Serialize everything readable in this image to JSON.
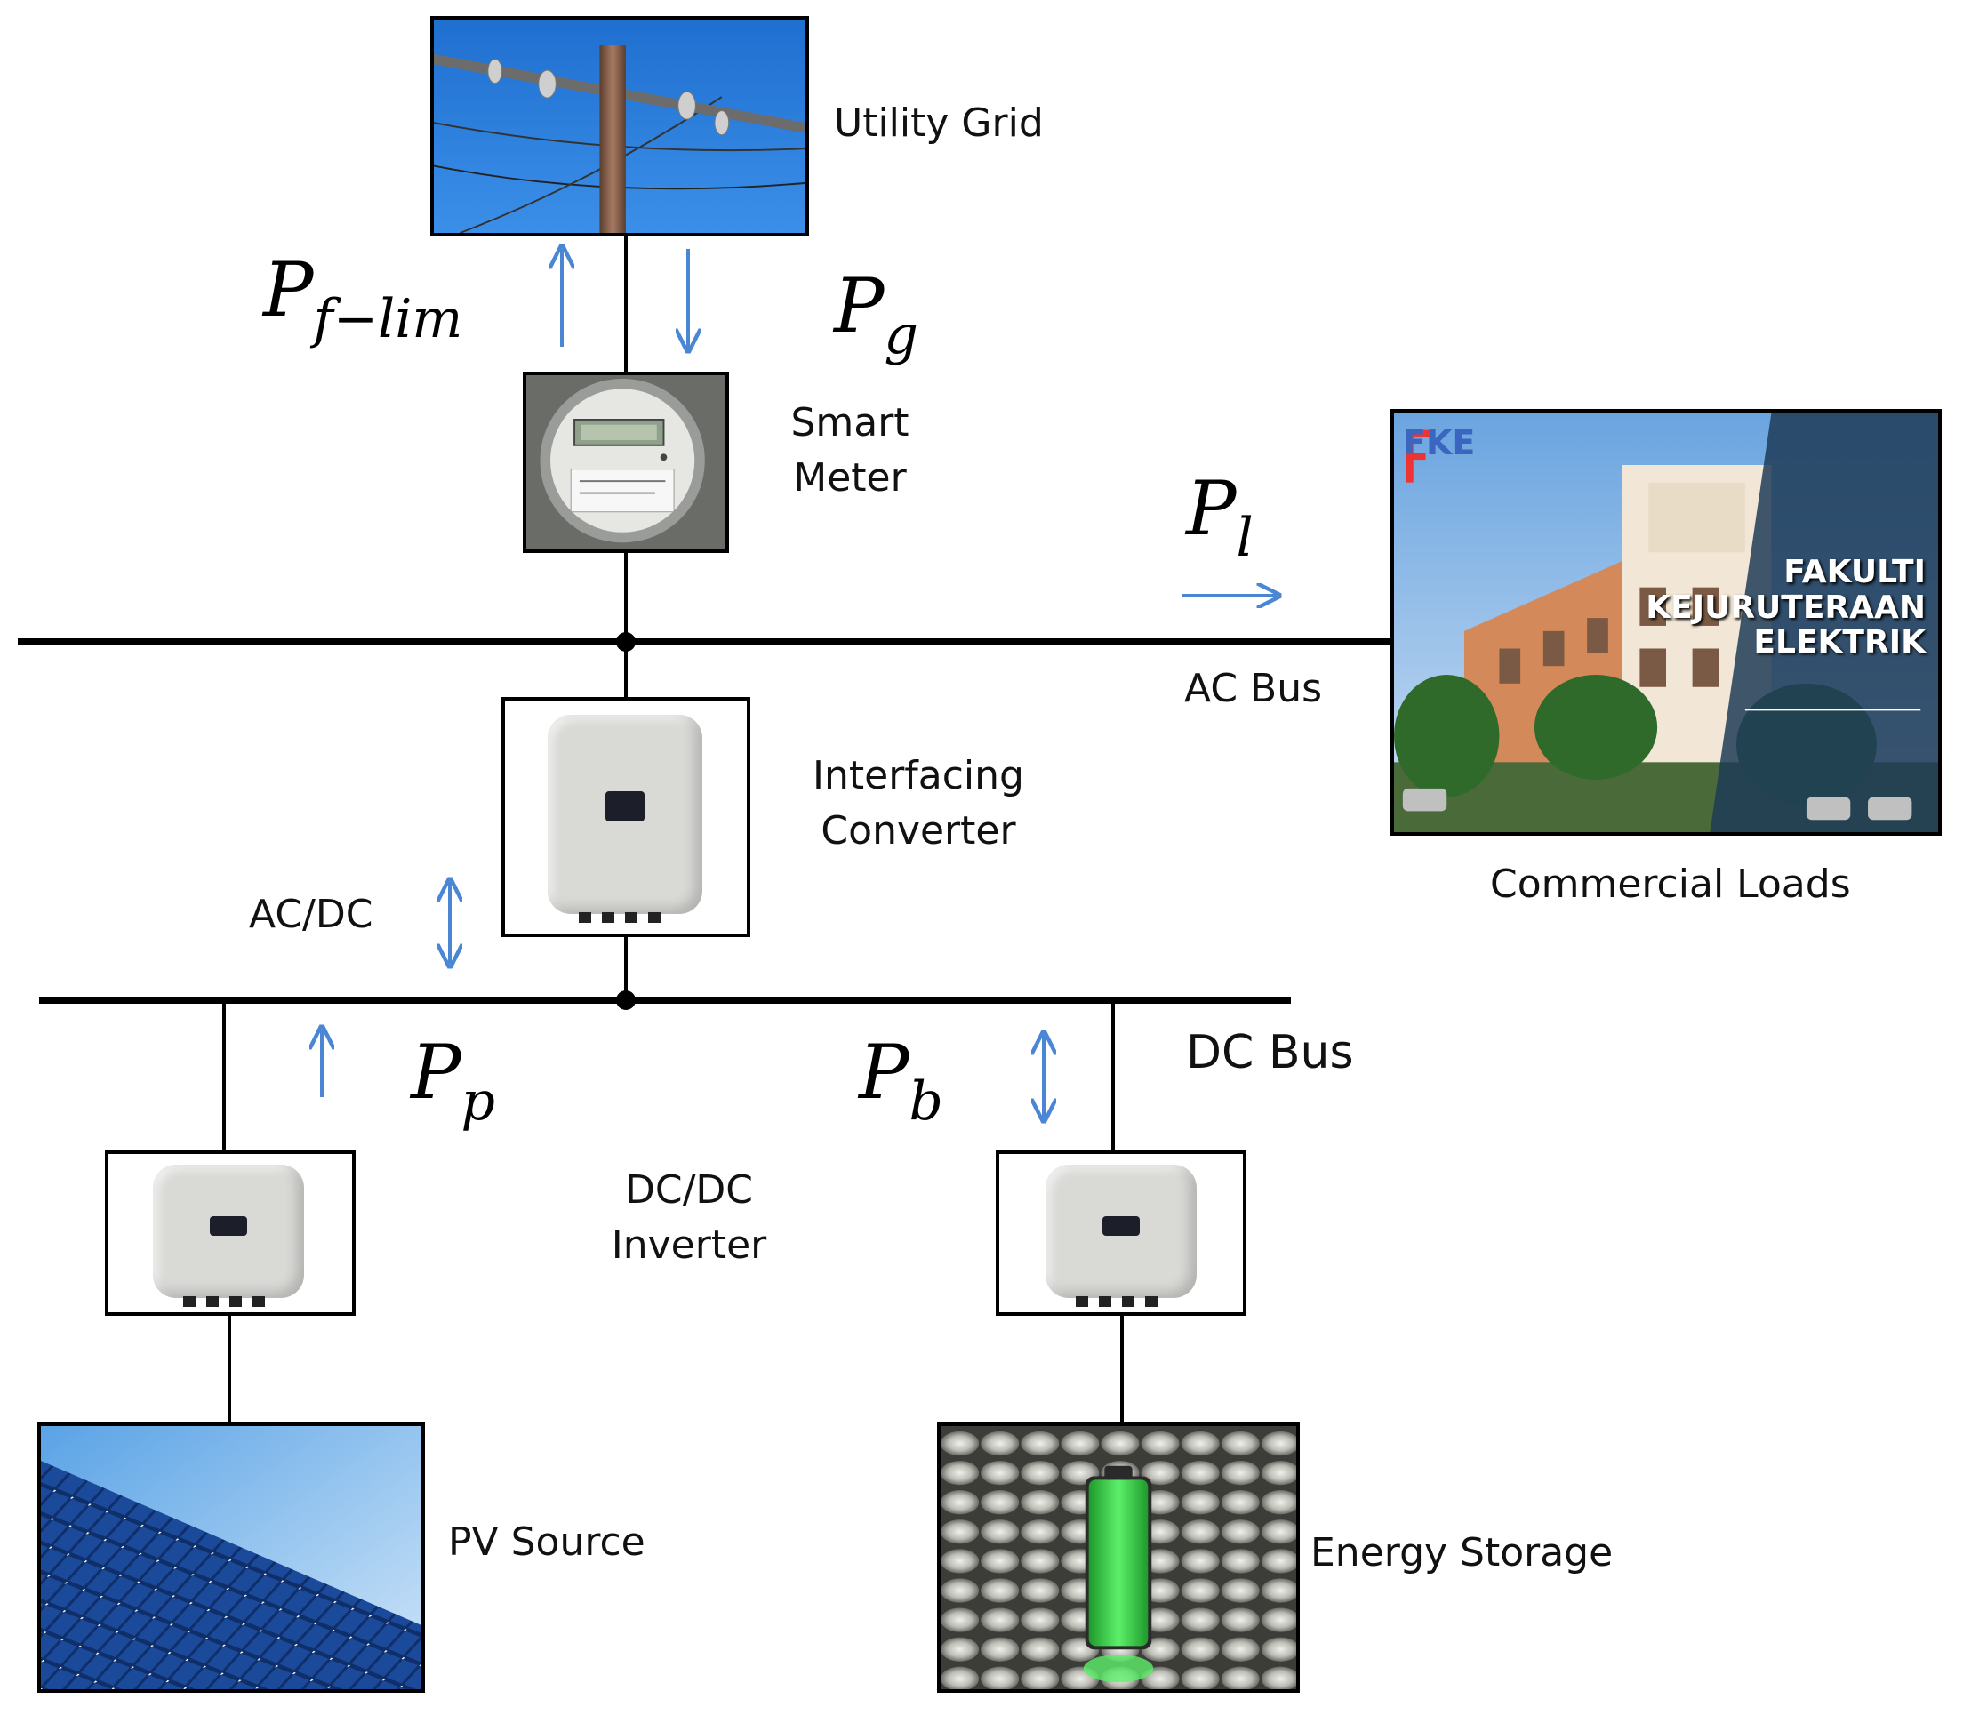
{
  "labels": {
    "utility_grid": "Utility Grid",
    "smart_meter_line1": "Smart",
    "smart_meter_line2": "Meter",
    "ac_bus": "AC Bus",
    "interfacing_line1": "Interfacing",
    "interfacing_line2": "Converter",
    "commercial_loads": "Commercial Loads",
    "ac_dc": "AC/DC",
    "dc_bus": "DC Bus",
    "dcdc_line1": "DC/DC",
    "dcdc_line2": "Inverter",
    "pv_source": "PV Source",
    "energy_storage": "Energy Storage"
  },
  "math": {
    "pf_lim": {
      "main": "P",
      "sub": "f−lim"
    },
    "pg": {
      "main": "P",
      "sub": "g"
    },
    "pl": {
      "main": "P",
      "sub": "l"
    },
    "pp": {
      "main": "P",
      "sub": "p"
    },
    "pb": {
      "main": "P",
      "sub": "b"
    }
  },
  "building_sign": {
    "logo": "FKE",
    "line1": "FAKULTI",
    "line2": "KEJURUTERAAN",
    "line3": "ELEKTRIK"
  },
  "colors": {
    "arrow": "#4a86d4",
    "wire": "#000000",
    "battery": "#2ecc40"
  }
}
